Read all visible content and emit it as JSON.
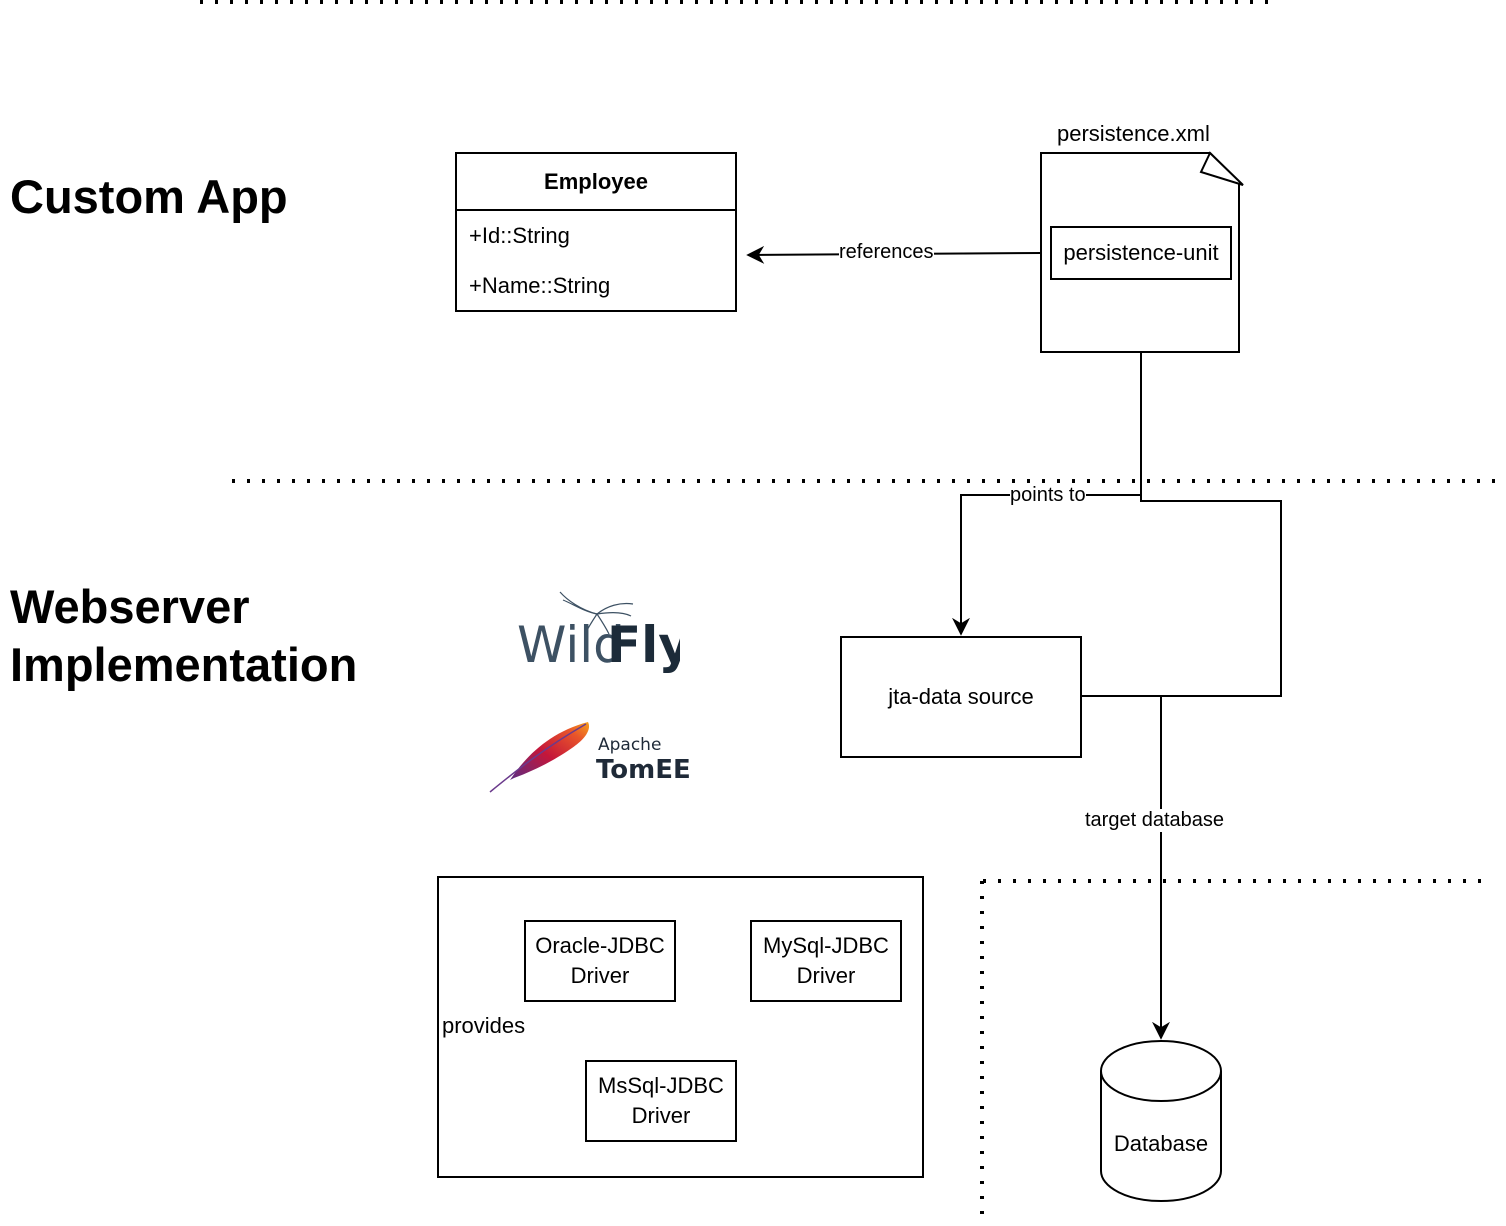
{
  "sections": {
    "custom_app": "Custom App",
    "webserver_line1": "Webserver",
    "webserver_line2": "Implementation"
  },
  "employee_class": {
    "name": "Employee",
    "attributes": [
      "+Id::String",
      "+Name::String"
    ]
  },
  "persistence_file": {
    "filename": "persistence.xml",
    "unit": "persistence-unit"
  },
  "edges": {
    "references": "references",
    "points_to": "points to",
    "target_database": "target database"
  },
  "data_source": "jta-data source",
  "drivers": {
    "provides": "provides",
    "oracle": "Oracle-JDBC Driver",
    "mysql": "MySql-JDBC Driver",
    "mssql": "MsSql-JDBC Driver"
  },
  "database": "Database",
  "logos": {
    "wildfly_part1": "Wild",
    "wildfly_part2": "Fly",
    "tomee_small": "Apache",
    "tomee_big": "TomEE"
  },
  "colors": {
    "line": "#000000",
    "wildfly_light": "#3d5163",
    "wildfly_dark": "#1c2b39",
    "tomee_text": "#1f2a38"
  }
}
